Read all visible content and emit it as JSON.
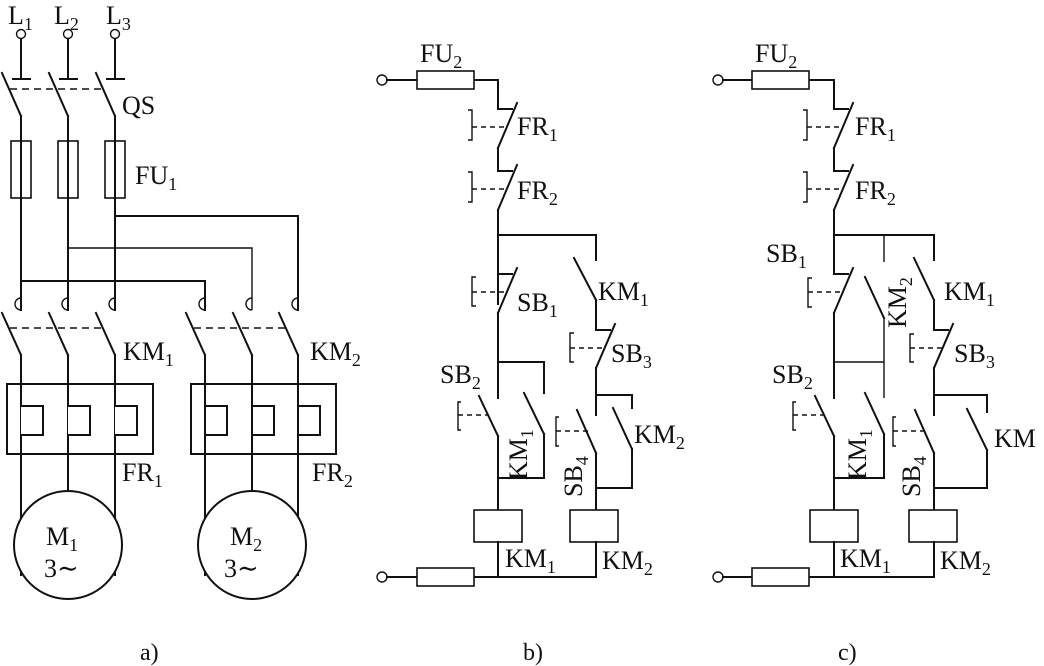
{
  "figure": {
    "panels": [
      {
        "id": "a",
        "caption": "a)",
        "type": "main-circuit",
        "supply_terminals": [
          {
            "label": "L",
            "sub": "1"
          },
          {
            "label": "L",
            "sub": "2"
          },
          {
            "label": "L",
            "sub": "3"
          }
        ],
        "isolator": {
          "label": "QS",
          "sub": ""
        },
        "fuses": {
          "label": "FU",
          "sub": "1"
        },
        "contactors": [
          {
            "label": "KM",
            "sub": "1"
          },
          {
            "label": "KM",
            "sub": "2"
          }
        ],
        "overload_relays": [
          {
            "label": "FR",
            "sub": "1"
          },
          {
            "label": "FR",
            "sub": "2"
          }
        ],
        "motors": [
          {
            "label": "M",
            "sub": "1",
            "phase": "3∼"
          },
          {
            "label": "M",
            "sub": "2",
            "phase": "3∼"
          }
        ]
      },
      {
        "id": "b",
        "caption": "b)",
        "type": "control-circuit",
        "fuse": {
          "label": "FU",
          "sub": "2"
        },
        "overload_contacts": [
          {
            "label": "FR",
            "sub": "1"
          },
          {
            "label": "FR",
            "sub": "2"
          }
        ],
        "buttons": [
          {
            "label": "SB",
            "sub": "1"
          },
          {
            "label": "SB",
            "sub": "2"
          },
          {
            "label": "SB",
            "sub": "3"
          },
          {
            "label": "SB",
            "sub": "4"
          }
        ],
        "aux_contacts": [
          {
            "label": "KM",
            "sub": "1",
            "role": "interlock-nc-in-branch-2"
          },
          {
            "label": "KM",
            "sub": "1",
            "role": "self-hold"
          },
          {
            "label": "KM",
            "sub": "2",
            "role": "self-hold"
          }
        ],
        "coils": [
          {
            "label": "KM",
            "sub": "1"
          },
          {
            "label": "KM",
            "sub": "2"
          }
        ]
      },
      {
        "id": "c",
        "caption": "c)",
        "type": "control-circuit",
        "fuse": {
          "label": "FU",
          "sub": "2"
        },
        "overload_contacts": [
          {
            "label": "FR",
            "sub": "1"
          },
          {
            "label": "FR",
            "sub": "2"
          }
        ],
        "buttons": [
          {
            "label": "SB",
            "sub": "1"
          },
          {
            "label": "SB",
            "sub": "2"
          },
          {
            "label": "SB",
            "sub": "3"
          },
          {
            "label": "SB",
            "sub": "4"
          }
        ],
        "aux_contacts": [
          {
            "label": "KM",
            "sub": "2",
            "role": "bypass-SB1"
          },
          {
            "label": "KM",
            "sub": "1",
            "role": "interlock-nc-in-branch-2"
          },
          {
            "label": "KM",
            "sub": "1",
            "role": "self-hold"
          },
          {
            "label": "KM",
            "sub": "",
            "role": "self-hold-branch-2"
          }
        ],
        "coils": [
          {
            "label": "KM",
            "sub": "1"
          },
          {
            "label": "KM",
            "sub": "2"
          }
        ]
      }
    ]
  }
}
